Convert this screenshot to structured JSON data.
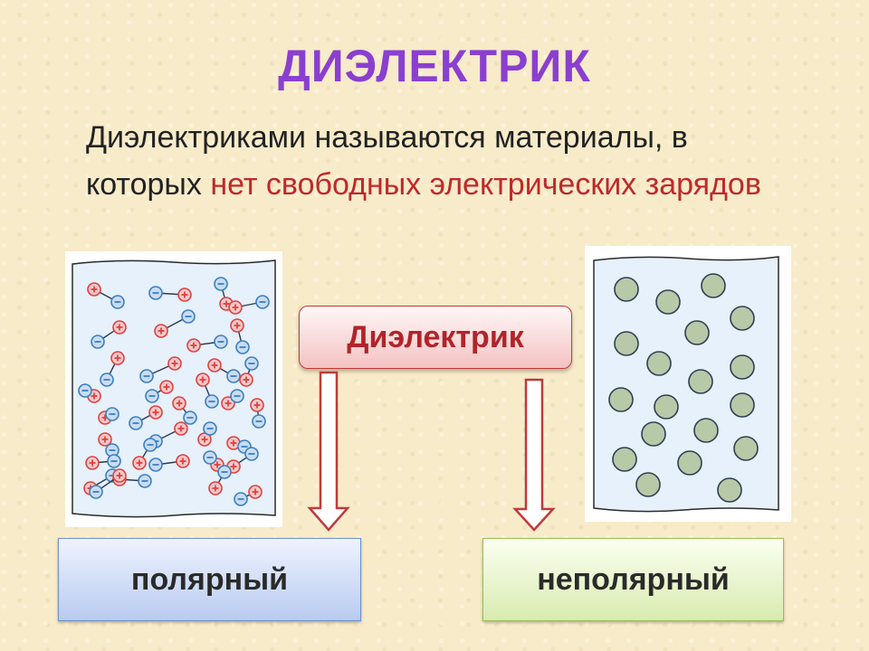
{
  "title": "ДИЭЛЕКТРИК",
  "definition": {
    "part1": "Диэлектриками называются материалы, в которых ",
    "highlight": "нет свободных электрических зарядов"
  },
  "center_label": "Диэлектрик",
  "types": {
    "polar": "полярный",
    "nonpolar": "неполярный"
  },
  "colors": {
    "title": "#8a3fd0",
    "highlight": "#c0282b",
    "panel_fill": "#e6f1fb",
    "positive_charge": "#e04040",
    "negative_charge": "#3b7fc0",
    "neutral_molecule": "#b8c9a8"
  },
  "charge_symbols": {
    "positive": "+",
    "negative": "−"
  }
}
